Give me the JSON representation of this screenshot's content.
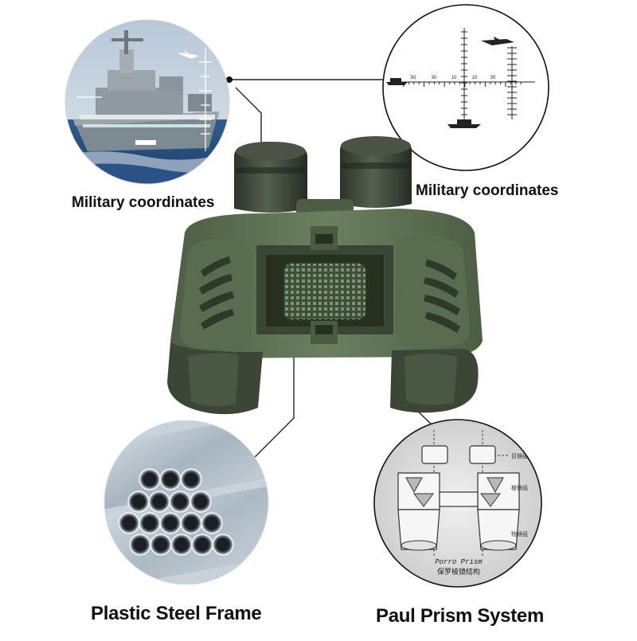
{
  "callouts": {
    "top_left": "Military coordinates",
    "top_right": "Military coordinates",
    "bottom_left": "Plastic Steel Frame",
    "bottom_right": "Paul Prism System"
  },
  "reticle_scale": [
    "50",
    "30",
    "10",
    "10",
    "30"
  ],
  "prism_diagram": {
    "title": "Porro Prism",
    "subtitle_cn": "保罗棱镜结构",
    "label_eyepiece": "目镜组",
    "label_prism": "棱镜组",
    "label_objective": "物镜组"
  },
  "colors": {
    "body_green": "#5d7152",
    "dark_green": "#3c4a36",
    "leader_line": "#222222",
    "sea_blue": "#2e5f95"
  }
}
